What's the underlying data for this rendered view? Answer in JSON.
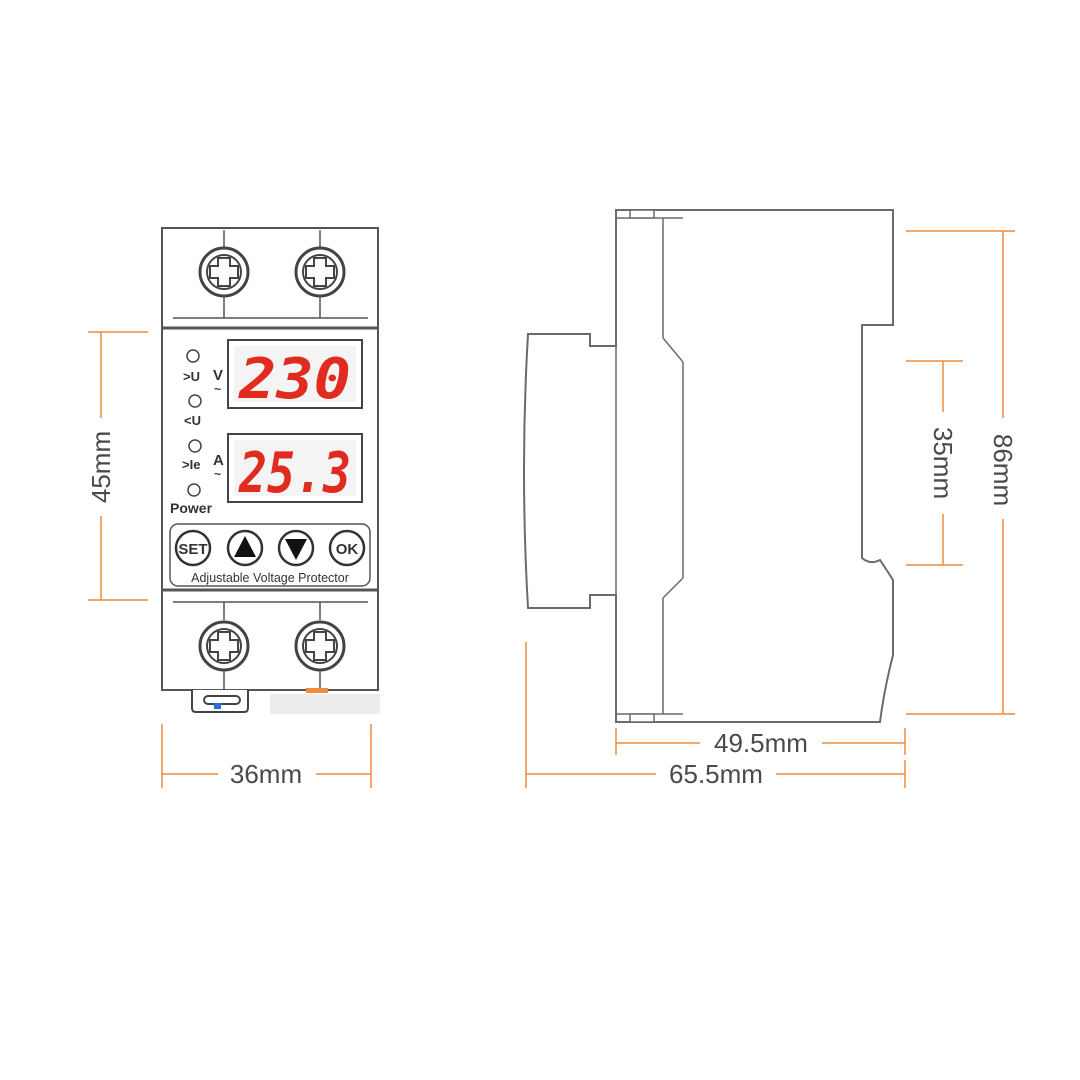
{
  "front_view": {
    "width_label": "36mm",
    "height_label": "45mm",
    "display_top_value": "230",
    "display_top_unit": "V",
    "display_bottom_value": "25.3",
    "display_bottom_unit": "A",
    "indicators": [
      ">U",
      "<U",
      ">Ie",
      "Power"
    ],
    "buttons": [
      "SET",
      "▲",
      "▼",
      "OK"
    ],
    "product_label": "Adjustable Voltage Protector"
  },
  "side_view": {
    "height_label": "86mm",
    "rail_label": "35mm",
    "body_depth_label": "49.5mm",
    "total_depth_label": "65.5mm"
  },
  "colors": {
    "dimension_line": "#f08a3c",
    "outline": "#6b6b6b",
    "display_digits": "#e02b1e",
    "dim_text": "#4a4a4a"
  }
}
